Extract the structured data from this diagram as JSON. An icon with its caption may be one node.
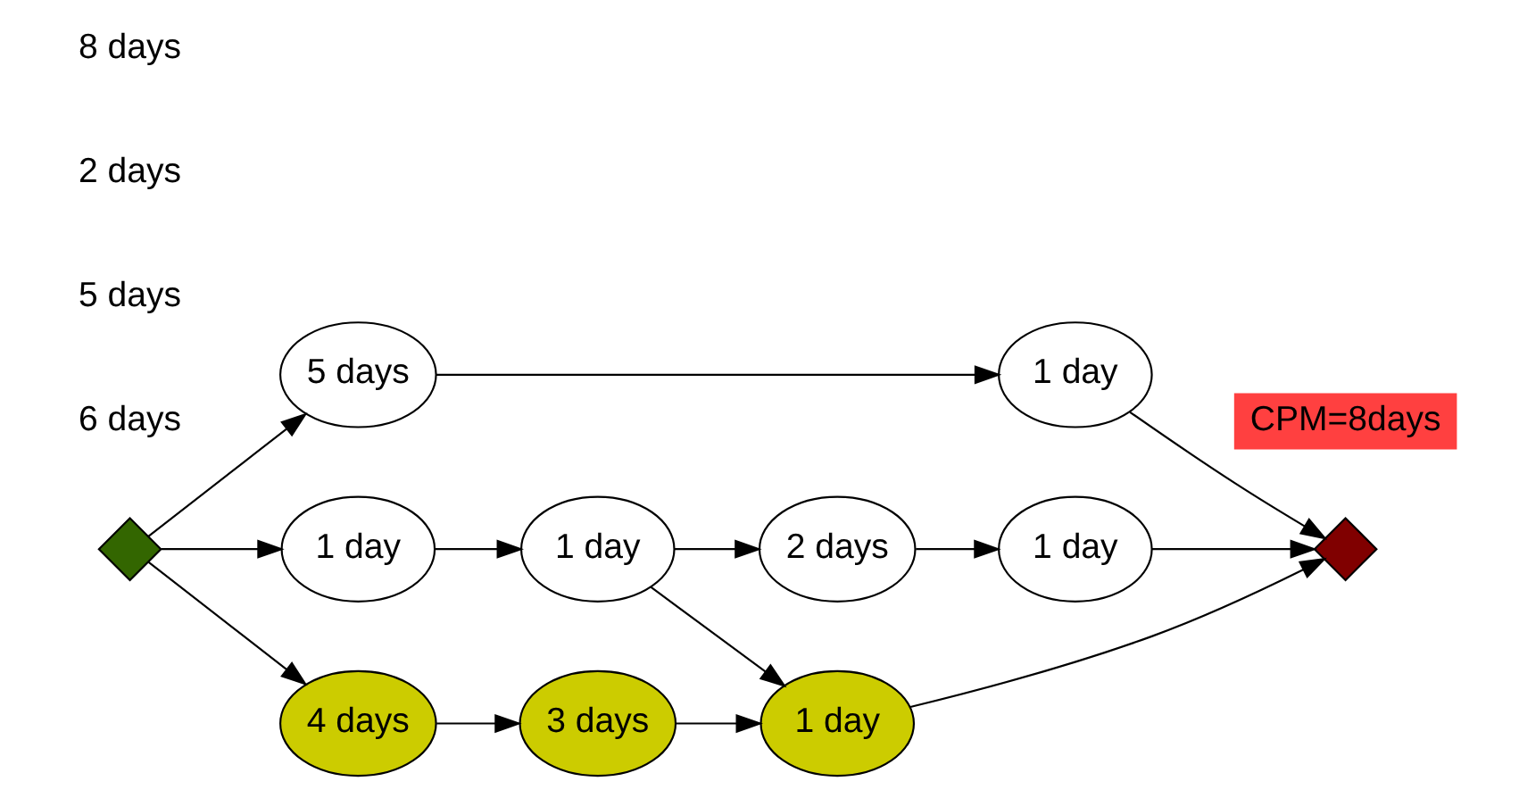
{
  "diagram": {
    "nodes": [
      {
        "text": [],
        "shape": "diamond"
      },
      {
        "text": [
          "5 days"
        ]
      },
      {
        "text": [
          "1 day"
        ]
      },
      {
        "text": [
          "1 day"
        ]
      },
      {
        "text": [
          "1 day"
        ]
      },
      {
        "text": [
          "2 days"
        ]
      },
      {
        "text": [
          "1 day"
        ]
      },
      {
        "text": [
          "4 days"
        ]
      },
      {
        "text": [
          "3 days"
        ]
      },
      {
        "text": [
          "1 day"
        ]
      },
      {
        "text": [],
        "shape": "diamond"
      }
    ],
    "edges": [
      {
        "from": 0,
        "to": 1,
        "arrow": "to"
      },
      {
        "from": 1,
        "to": 2,
        "arrow": "to"
      },
      {
        "from": 2,
        "to": 10,
        "arrow": "to"
      },
      {
        "from": 0,
        "to": 3,
        "arrow": "to"
      },
      {
        "from": 3,
        "to": 4,
        "arrow": "to"
      },
      {
        "from": 4,
        "to": 5,
        "arrow": "to"
      },
      {
        "from": 5,
        "to": 6,
        "arrow": "to"
      },
      {
        "from": 6,
        "to": 10,
        "arrow": "to"
      },
      {
        "from": 0,
        "to": 7,
        "arrow": "to"
      },
      {
        "from": 7,
        "to": 8,
        "arrow": "to"
      },
      {
        "from": 8,
        "to": 9,
        "arrow": "to"
      },
      {
        "from": 4,
        "to": 9,
        "arrow": "to"
      },
      {
        "from": 9,
        "to": 10,
        "arrow": "to"
      }
    ],
    "labels": [
      "6 days",
      "5 days",
      "2 days",
      "8 days",
      "CPM=8days"
    ]
  }
}
